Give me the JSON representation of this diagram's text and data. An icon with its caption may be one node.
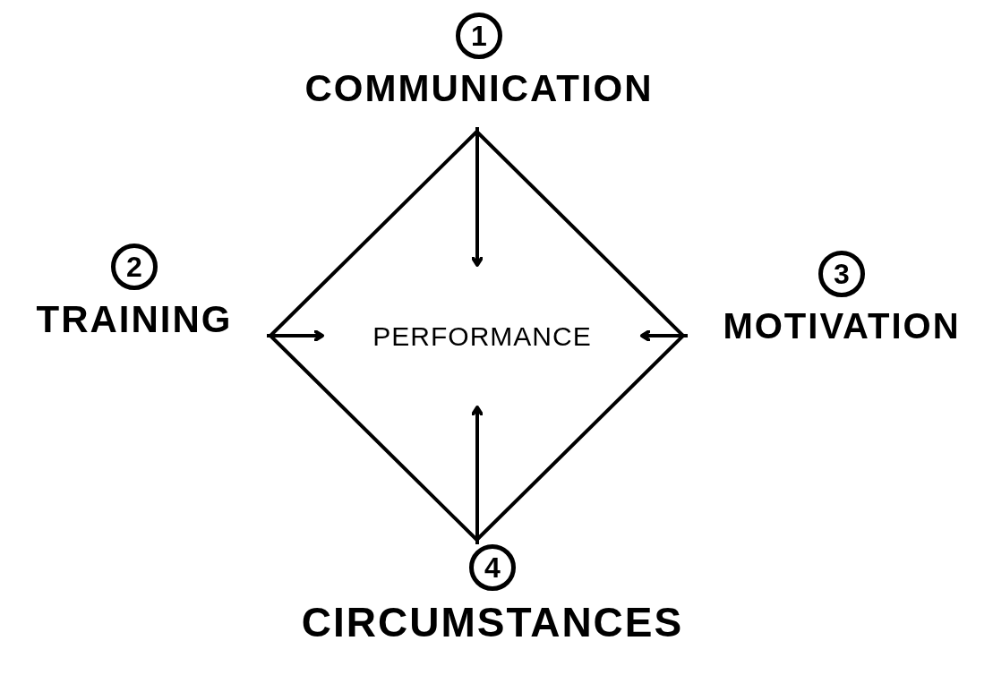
{
  "diagram": {
    "nodes": [
      {
        "text": [],
        "shape": "diamond"
      },
      {
        "text": [
          "PERFORMANCE"
        ],
        "in": 0
      },
      {
        "text": [
          "1",
          "COMMUNICATION"
        ]
      },
      {
        "text": [
          "2",
          "TRAINING"
        ]
      },
      {
        "text": [
          "3",
          "MOTIVATION"
        ]
      },
      {
        "text": [
          "4",
          "CIRCUMSTANCES"
        ]
      }
    ],
    "edges": [
      {
        "from": 2,
        "to": 1,
        "arrow": "to"
      },
      {
        "from": 3,
        "to": 1,
        "arrow": "to"
      },
      {
        "from": 4,
        "to": 1,
        "arrow": "to"
      },
      {
        "from": 5,
        "to": 1,
        "arrow": "to"
      }
    ]
  }
}
